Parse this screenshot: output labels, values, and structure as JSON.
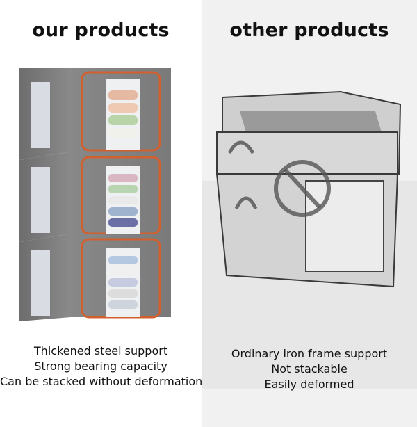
{
  "left": {
    "title": "our products",
    "features": [
      "Thickened steel support",
      "Strong bearing capacity",
      "Can be stacked without deformation"
    ]
  },
  "right": {
    "title": "other products",
    "features": [
      "Ordinary iron frame support",
      "Not stackable",
      "Easily deformed"
    ]
  },
  "colors": {
    "box_fabric": "#7b7b7b",
    "zipper_trim": "#d2602e",
    "right_background": "#f1f1f1",
    "no_symbol": "#555555"
  },
  "icons": [
    "no-symbol-icon"
  ]
}
